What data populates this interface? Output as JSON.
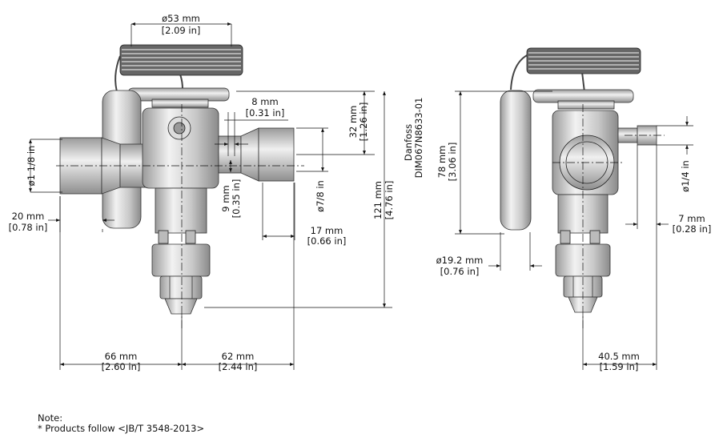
{
  "dims": {
    "top_dia_mm": "ø53 mm",
    "top_dia_in": "[2.09 in]",
    "pipe_left_dia": "ø1 1/8 in",
    "outlet_mm": "8 mm",
    "outlet_in": "[0.31 in]",
    "height32_mm": "32 mm",
    "height32_in": "[1.26 in]",
    "height121_mm": "121 mm",
    "height121_in": "[4.76 in]",
    "left20_mm": "20 mm",
    "left20_in": "[0.78 in]",
    "nine_mm": "9 mm",
    "nine_in": "[0.35 in]",
    "dia78_in": "ø7/8 in",
    "seventeen_mm": "17 mm",
    "seventeen_in": "[0.66 in]",
    "sixtysix_mm": "66 mm",
    "sixtysix_in": "[2.60 in]",
    "sixtytwo_mm": "62 mm",
    "sixtytwo_in": "[2.44 in]",
    "h78_mm": "78 mm",
    "h78_in": "[3.06 in]",
    "dia19_mm": "ø19.2 mm",
    "dia19_in": "[0.76 in]",
    "dia14_in": "ø1/4 in",
    "seven_mm": "7 mm",
    "seven_in": "[0.28 in]",
    "fortyhalf_mm": "40.5 mm",
    "fortyhalf_in": "[1.59 in]"
  },
  "brand": {
    "name": "Danfoss",
    "doc_id": "DIM067N8633-01"
  },
  "note": {
    "title": "Note:",
    "text": "* Products follow <JB/T 3548-2013>"
  }
}
